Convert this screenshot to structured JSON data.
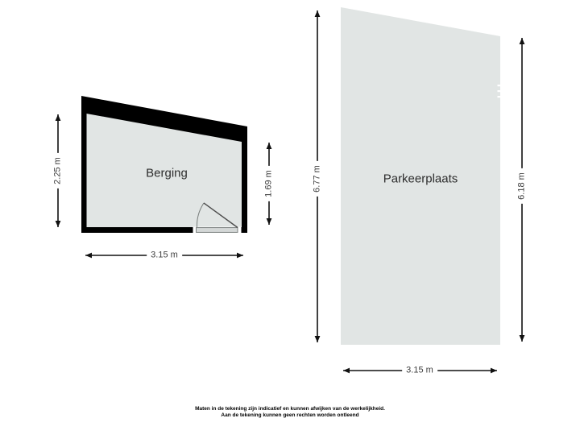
{
  "floorplan": {
    "rooms": [
      {
        "label": "Berging",
        "dimensions": {
          "left": "2.25 m",
          "right": "1.69 m",
          "bottom": "3.15 m"
        }
      },
      {
        "label": "Parkeerplaats",
        "dimensions": {
          "left": "6.77 m",
          "right": "6.18 m",
          "bottom": "3.15 m"
        }
      }
    ],
    "disclaimer": [
      "Maten in de tekening zijn indicatief en kunnen afwijken van de werkelijkheid.",
      "Aan de tekening kunnen geen rechten worden ontleend"
    ]
  },
  "colors": {
    "background": "#ffffff",
    "room_fill": "#e1e5e4",
    "wall": "#000000",
    "dimension_line": "#111111",
    "dimension_text": "#3c3c3c",
    "room_label_text": "#2d2d2d",
    "door_threshold": "#d4d8d7"
  }
}
